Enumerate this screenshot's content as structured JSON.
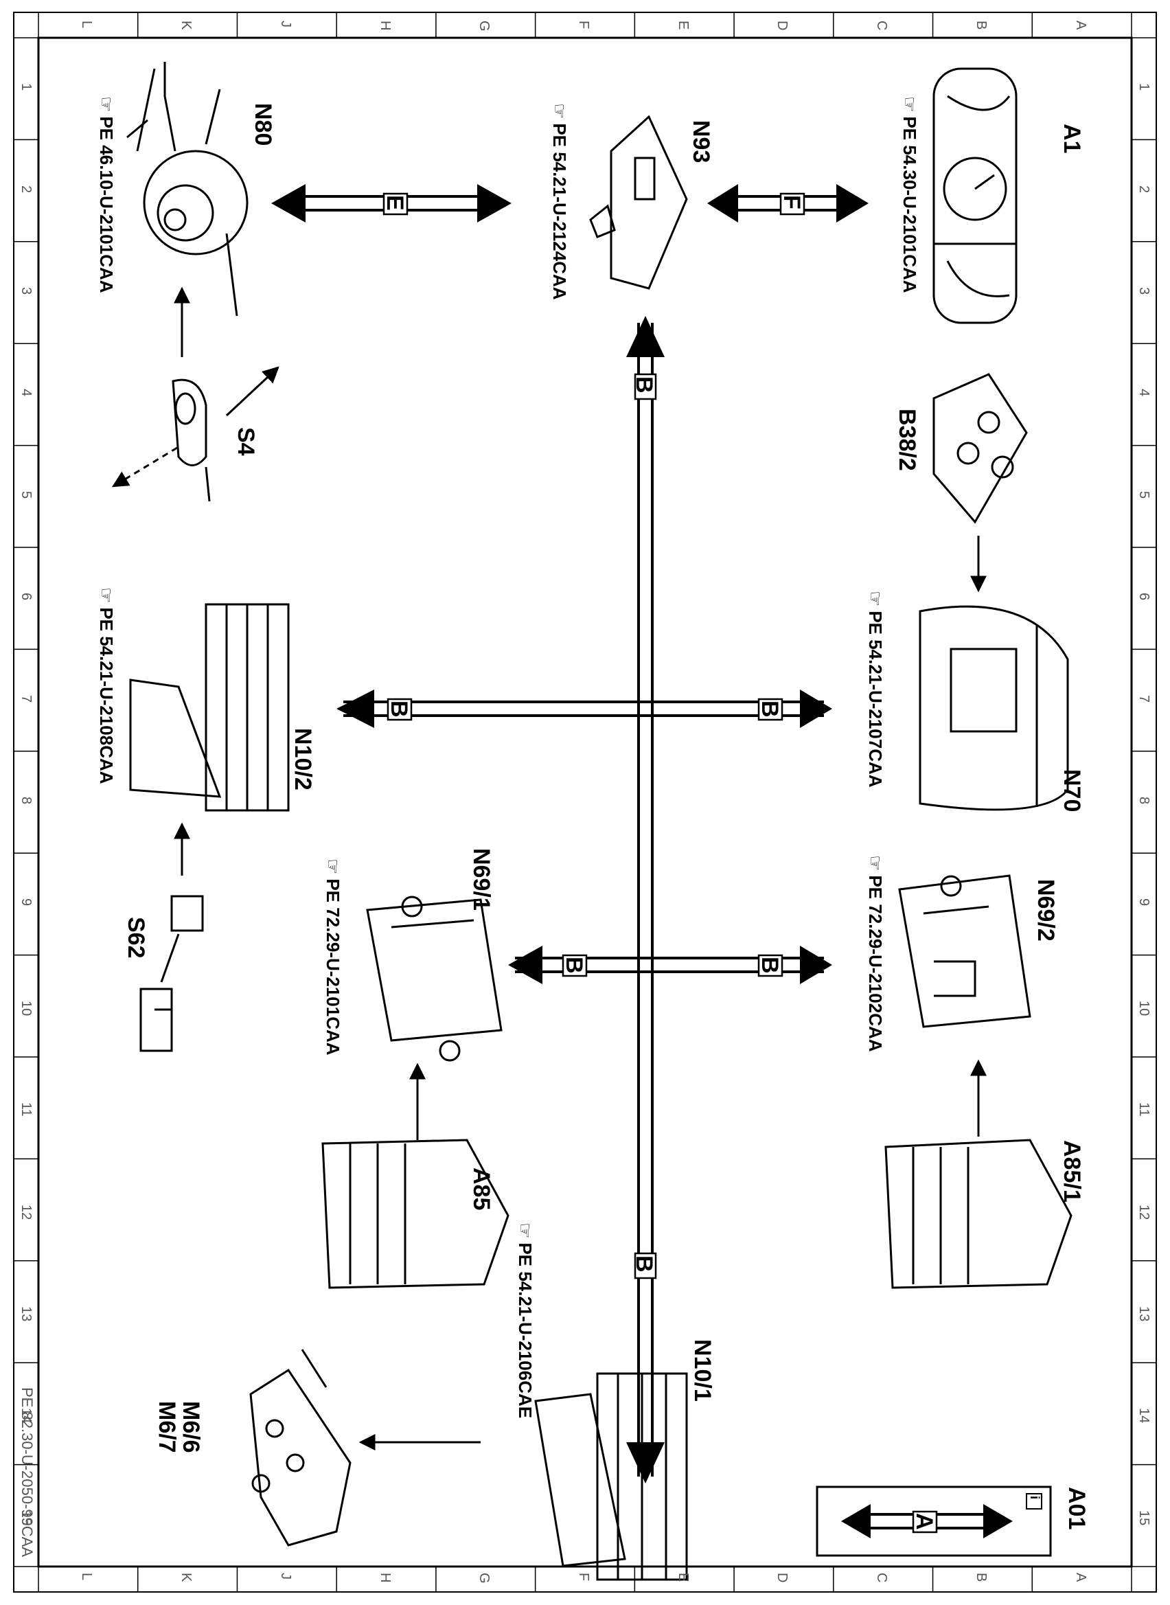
{
  "grid": {
    "letters": [
      "A",
      "B",
      "C",
      "D",
      "E",
      "F",
      "G",
      "H",
      "J",
      "K",
      "L"
    ],
    "numbers": [
      "1",
      "2",
      "3",
      "4",
      "5",
      "6",
      "7",
      "8",
      "9",
      "10",
      "11",
      "12",
      "13",
      "14",
      "15"
    ]
  },
  "footer_code": "PE 82.30-U-2050-99CAA",
  "legend": {
    "title": "A01",
    "info_symbol": "i",
    "bus_label": "A"
  },
  "components": {
    "a1": {
      "label": "A1",
      "ref": "PE 54.30-U-2101CAA"
    },
    "n93": {
      "label": "N93",
      "ref": "PE 54.21-U-2124CAA"
    },
    "n80": {
      "label": "N80",
      "ref": "PE 46.10-U-2101CAA"
    },
    "b38": {
      "label": "B38/2"
    },
    "s4": {
      "label": "S4"
    },
    "n70": {
      "label": "N70",
      "ref": "PE 54.21-U-2107CAA"
    },
    "n102": {
      "label": "N10/2",
      "ref": "PE 54.21-U-2108CAA"
    },
    "n692": {
      "label": "N69/2",
      "ref": "PE 72.29-U-2102CAA"
    },
    "n691": {
      "label": "N69/1",
      "ref": "PE 72.29-U-2101CAA"
    },
    "s62": {
      "label": "S62"
    },
    "a851": {
      "label": "A85/1"
    },
    "a85": {
      "label": "A85"
    },
    "n101": {
      "label": "N10/1",
      "ref": "PE 54.21-U-2106CAE"
    },
    "m6": {
      "label1": "M6/6",
      "label2": "M6/7"
    }
  },
  "bus_labels": {
    "f": "F",
    "e": "E",
    "b_top": "B",
    "b_left": "B",
    "b_right": "B",
    "b_mid_left": "B",
    "b_mid_right": "B",
    "b_bottom": "B"
  }
}
